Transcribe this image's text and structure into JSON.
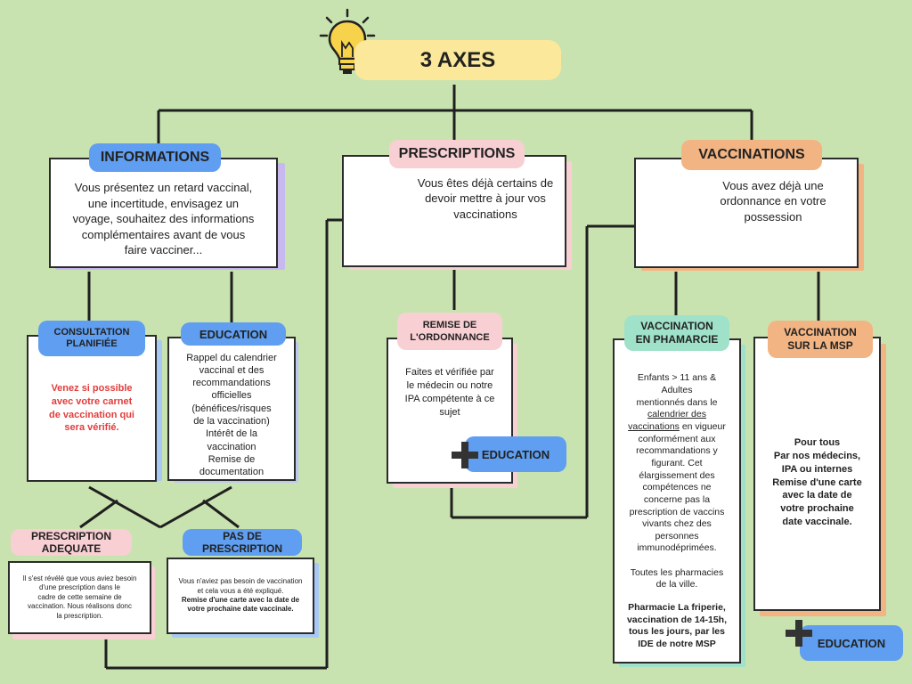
{
  "title": "3 AXES",
  "informations": {
    "label": "INFORMATIONS",
    "text": "Vous présentez un retard vaccinal,\nune incertitude, envisagez un\nvoyage, souhaitez des informations\ncomplémentaires avant de vous\nfaire vacciner..."
  },
  "prescriptions": {
    "label": "PRESCRIPTIONS",
    "text": "Vous êtes déjà certains de\ndevoir mettre à jour vos\nvaccinations"
  },
  "vaccinations": {
    "label": "VACCINATIONS",
    "text": "Vous avez déjà une\nordonnance en votre\npossession"
  },
  "consultation": {
    "label": "CONSULTATION\nPLANIFIÉE",
    "text": "Venez si possible\navec votre carnet\nde vaccination qui\nsera vérifié."
  },
  "education_info": {
    "label": "EDUCATION",
    "text": "Rappel du calendrier\nvaccinal et des\nrecommandations\nofficielles\n(bénéfices/risques\nde la vaccination)\nIntérêt de la\nvaccination\nRemise de\ndocumentation"
  },
  "prescription_adequate": {
    "label": "PRESCRIPTION\nADEQUATE",
    "text": "Il s'est révélé que vous aviez besoin\nd'une prescription dans le\ncadre de cette semaine de\nvaccination. Nous réalisons donc\nla prescription."
  },
  "pas_de_prescription": {
    "label": "PAS DE\nPRESCRIPTION",
    "text": "Vous n'aviez pas besoin de vaccination\net cela vous a été expliqué.",
    "bold": "Remise d'une carte avec la date de\nvotre prochaine date vaccinale."
  },
  "remise": {
    "label": "REMISE DE\nL'ORDONNANCE",
    "text": "Faites et vérifiée par\nle médecin ou notre\nIPA compétente à ce\nsujet",
    "education": "EDUCATION"
  },
  "pharmacie": {
    "label": "VACCINATION\nEN PHAMARCIE",
    "text_a": "Enfants >  11 ans &\nAdultes\nmentionnés dans le",
    "link": "calendrier des\nvaccinations",
    "text_b": " en vigueur\nconformément aux\nrecommandations y\nfigurant. Cet\nélargissement des\ncompétences ne\nconcerne pas la\nprescription de vaccins\nvivants chez des\npersonnes\nimmunodéprimées.\n\nToutes les pharmacies\nde la ville.",
    "bold": "Pharmacie La friperie,\nvaccination de  14-15h,\ntous les jours, par les\nIDE de notre MSP"
  },
  "msp": {
    "label": "VACCINATION\nSUR LA MSP",
    "text": "Pour tous\nPar nos médecins,\nIPA ou internes\nRemise d'une carte\navec la date de\nvotre prochaine\ndate vaccinale.",
    "education": "EDUCATION"
  },
  "colors": {
    "background": "#c9e3b0",
    "blue": "#5f9ef0",
    "pink": "#f8cfd3",
    "orange": "#f3b483",
    "teal": "#9fe1c9",
    "yellow": "#fbe89a",
    "red_text": "#e23c3c"
  },
  "icons": [
    "lightbulb-icon",
    "plus-icon",
    "arrow-icon"
  ]
}
